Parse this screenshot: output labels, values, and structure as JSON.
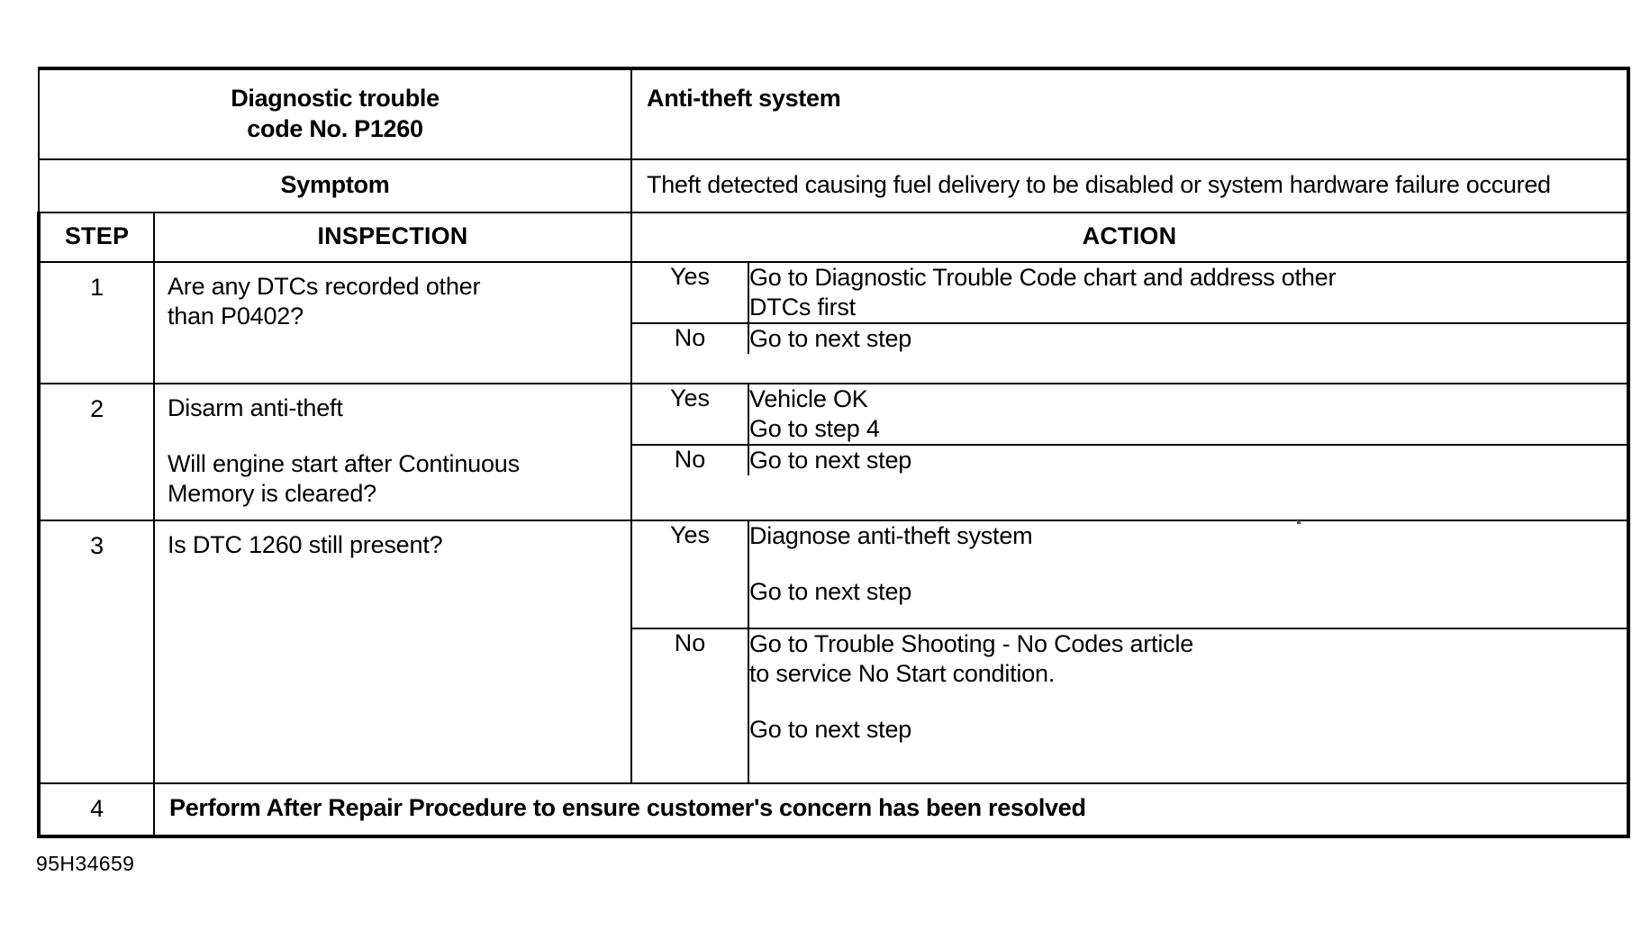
{
  "document": {
    "footer_code": "95H34659"
  },
  "header": {
    "code_label": "Diagnostic trouble",
    "code_label_line2": "code No. P1260",
    "system_title": "Anti-theft system",
    "symptom_label": "Symptom",
    "symptom_text": "Theft detected causing fuel delivery to be disabled or system hardware failure occured"
  },
  "columns": {
    "step": "STEP",
    "inspection": "INSPECTION",
    "action": "ACTION"
  },
  "steps": [
    {
      "number": "1",
      "inspection_line1": "Are any DTCs recorded other",
      "inspection_line2": "than P0402?",
      "results": [
        {
          "answer": "Yes",
          "action_line1": "Go to Diagnostic Trouble Code chart and address other",
          "action_line2": "DTCs first",
          "action_line3": ""
        },
        {
          "answer": "No",
          "action_line1": "Go to next step",
          "action_line2": "",
          "action_line3": ""
        }
      ]
    },
    {
      "number": "2",
      "inspection_line1": "Disarm anti-theft",
      "inspection_line2": "Will engine start after Continuous",
      "inspection_line3": "Memory is cleared?",
      "results": [
        {
          "answer": "Yes",
          "action_line1": "Vehicle OK",
          "action_line2": "Go to step 4",
          "action_line3": ""
        },
        {
          "answer": "No",
          "action_line1": "Go to next step",
          "action_line2": "",
          "action_line3": ""
        }
      ]
    },
    {
      "number": "3",
      "inspection_line1": "Is DTC 1260 still present?",
      "inspection_line2": "",
      "results": [
        {
          "answer": "Yes",
          "action_line1": "Diagnose anti-theft system",
          "action_line2": "",
          "action_line3": "Go to next step"
        },
        {
          "answer": "No",
          "action_line1": "Go to Trouble Shooting - No Codes article",
          "action_line2": "to service No Start condition.",
          "action_line3": "Go to next step"
        }
      ]
    },
    {
      "number": "4",
      "final_text": "Perform After Repair Procedure to ensure customer's concern has been resolved"
    }
  ]
}
